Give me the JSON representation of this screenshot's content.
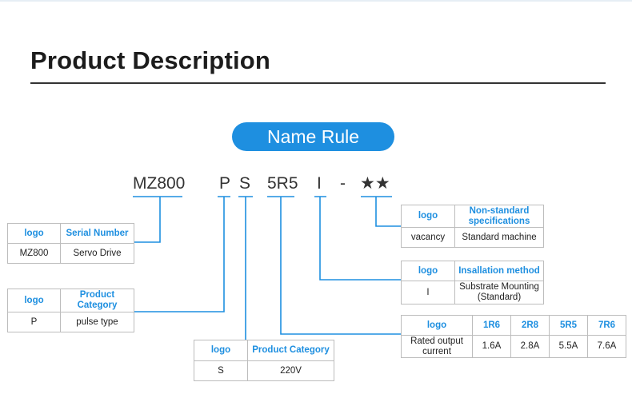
{
  "page_title": "Product Description",
  "badge": "Name Rule",
  "code_parts": {
    "series": "MZ800",
    "p": "P",
    "s": "S",
    "current": "5R5",
    "install": "I",
    "dash": "-",
    "stars": "★★"
  },
  "tables": {
    "serial": {
      "header": [
        "logo",
        "Serial Number"
      ],
      "row": [
        "MZ800",
        "Servo Drive"
      ]
    },
    "product_category_1": {
      "header": [
        "logo",
        "Product Category"
      ],
      "row": [
        "P",
        "pulse type"
      ]
    },
    "product_category_2": {
      "header": [
        "logo",
        "Product Category"
      ],
      "row": [
        "S",
        "220V"
      ]
    },
    "non_standard": {
      "header": [
        "logo",
        "Non-standard specifications"
      ],
      "row": [
        "vacancy",
        "Standard machine"
      ]
    },
    "installation": {
      "header": [
        "logo",
        "Insallation method"
      ],
      "row": [
        "I",
        "Substrate Mounting (Standard)"
      ]
    },
    "current": {
      "header": [
        "logo",
        "1R6",
        "2R8",
        "5R5",
        "7R6"
      ],
      "row": [
        "Rated output current",
        "1.6A",
        "2.8A",
        "5.5A",
        "7.6A"
      ]
    }
  },
  "colors": {
    "accent": "#1e8fe0",
    "line": "#1e8fe0",
    "border": "#bdbdbd",
    "text": "#222222"
  }
}
